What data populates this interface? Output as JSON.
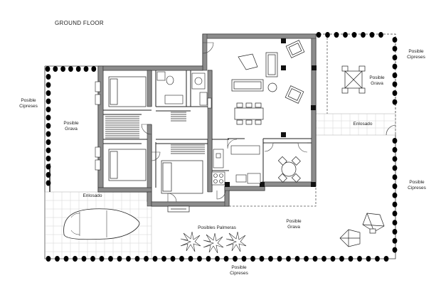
{
  "title": "GROUND FLOOR",
  "labels": {
    "cypress_left_1": "Posible",
    "cypress_left_2": "Cipreses",
    "grava_left_1": "Posible",
    "grava_left_2": "Grava",
    "enlosado_left": "Enlosado",
    "palmeras": "Posibles Palmeras",
    "grava_bottom_1": "Posible",
    "grava_bottom_2": "Grava",
    "cypress_bottom_1": "Posible",
    "cypress_bottom_2": "Cipreses",
    "cypress_right_1": "Posible",
    "cypress_right_2": "Cipreses",
    "cypress_top_1": "Posible",
    "cypress_top_2": "Cipreses",
    "grava_right_1": "Posible",
    "grava_right_2": "Grava",
    "enlosado_right": "Enlosado"
  },
  "colors": {
    "wall": "#222222",
    "wall_fill": "#8c8c8c",
    "line": "#333333",
    "tree": "#000000"
  }
}
